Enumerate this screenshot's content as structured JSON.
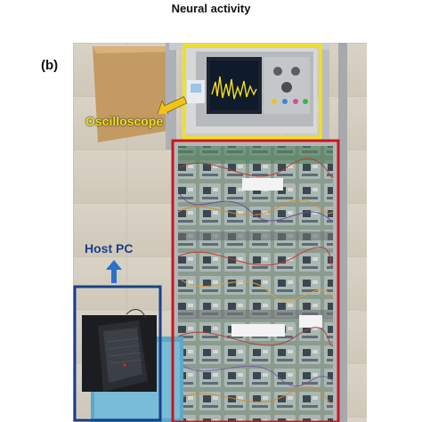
{
  "caption": {
    "top": "Neural activity",
    "panel": "(b)"
  },
  "labels": {
    "oscilloscope": "Oscilloscope",
    "host_pc": "Host PC"
  },
  "colors": {
    "oscilloscope_box": "#f2e21a",
    "rack_box": "#c8161d",
    "pc_box": "#1a3f8a",
    "arrow_yellow": "#f2c21a",
    "arrow_blue": "#2a73c9"
  },
  "icons": {
    "osc_arrow": "arrow-left-icon",
    "pc_arrow": "arrow-up-icon"
  }
}
